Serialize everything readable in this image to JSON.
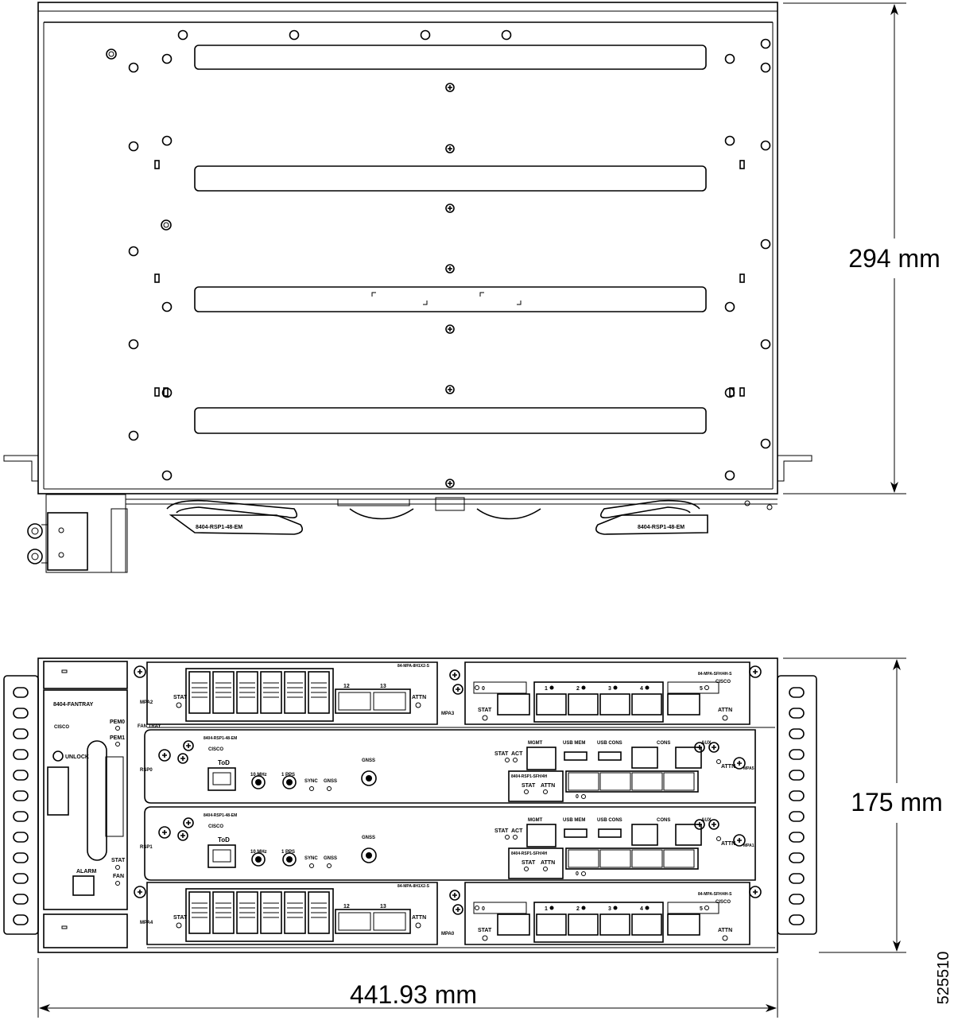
{
  "dimensions": {
    "depth": "294 mm",
    "height": "175 mm",
    "width": "441.93 mm",
    "figure_id": "525510"
  },
  "top_view": {
    "handle_label_left": "8404-RSP1-48-EM",
    "handle_label_right": "8404-RSP1-48-EM"
  },
  "front_view": {
    "fan_tray": {
      "model": "8404-FANTRAY",
      "logo": "CISCO",
      "pem0": "PEM0",
      "pem1": "PEM1",
      "unlock": "UNLOCK",
      "stat": "STAT",
      "fan": "FAN",
      "alarm": "ALARM",
      "fan_tray_label": "FAN TRAY"
    },
    "mpa_top_left": {
      "slot": "MPA2",
      "model": "84-MPA-8H1X2-S",
      "stat": "STAT",
      "attn": "ATTN",
      "port_a": "12",
      "port_b": "13"
    },
    "mpa_top_right": {
      "slot": "MPA3",
      "model": "84-MPA-SFH/4H-S",
      "stat": "STAT",
      "attn": "ATTN",
      "ports": [
        "0",
        "1",
        "2",
        "3",
        "4",
        "5"
      ]
    },
    "rsp0": {
      "slot": "RSP0",
      "model": "8404-RSP1-48-EM",
      "tod": "ToD",
      "mhz": "10 MHz",
      "pps": "1 PPS",
      "sync": "SYNC",
      "gnss_led": "GNSS",
      "gnss": "GNSS",
      "mgmt": "MGMT",
      "usb_mem": "USB MEM",
      "usb_cons": "USB CONS",
      "cons": "CONS",
      "aux": "AUX",
      "stat": "STAT",
      "act": "ACT",
      "attn": "ATTN",
      "sub_model": "8404-RSP1-SFH/4H",
      "sub_stat": "STAT",
      "sub_attn": "ATTN",
      "sub_port": "0",
      "right_slot": "MPA5"
    },
    "rsp1": {
      "slot": "RSP1",
      "model": "8404-RSP1-48-EM",
      "tod": "ToD",
      "mhz": "10 MHz",
      "pps": "1 PPS",
      "sync": "SYNC",
      "gnss_led": "GNSS",
      "gnss": "GNSS",
      "mgmt": "MGMT",
      "usb_mem": "USB MEM",
      "usb_cons": "USB CONS",
      "cons": "CONS",
      "aux": "AUX",
      "stat": "STAT",
      "act": "ACT",
      "attn": "ATTN",
      "sub_model": "8404-RSP1-SFH/4H",
      "sub_stat": "STAT",
      "sub_attn": "ATTN",
      "sub_port": "0",
      "right_slot": "MPA1"
    },
    "mpa_bottom_left": {
      "slot": "MPA4",
      "model": "84-MPA-8H1X2-S",
      "stat": "STAT",
      "attn": "ATTN",
      "port_a": "12",
      "port_b": "13"
    },
    "mpa_bottom_right": {
      "slot": "MPA0",
      "model": "84-MPA-SFH/4H-S",
      "stat": "STAT",
      "attn": "ATTN",
      "ports": [
        "0",
        "1",
        "2",
        "3",
        "4",
        "5"
      ]
    }
  }
}
